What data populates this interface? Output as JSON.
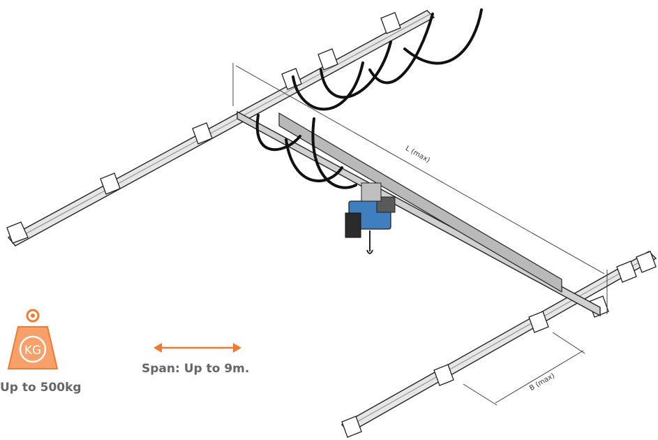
{
  "dimensions": {
    "length_label": "L (max)",
    "width_label": "B (max)"
  },
  "capacity": {
    "icon_text": "KG",
    "label": "Up to 500kg"
  },
  "span": {
    "label": "Span: Up to 9m."
  },
  "colors": {
    "accent": "#f07a30",
    "hoist_blue": "#3f7fc0",
    "rail": "#c9c9c9",
    "outline": "#222222",
    "label_text": "#666666"
  },
  "icons": {
    "capacity": "weight-kg-icon",
    "span": "double-arrow-icon"
  }
}
